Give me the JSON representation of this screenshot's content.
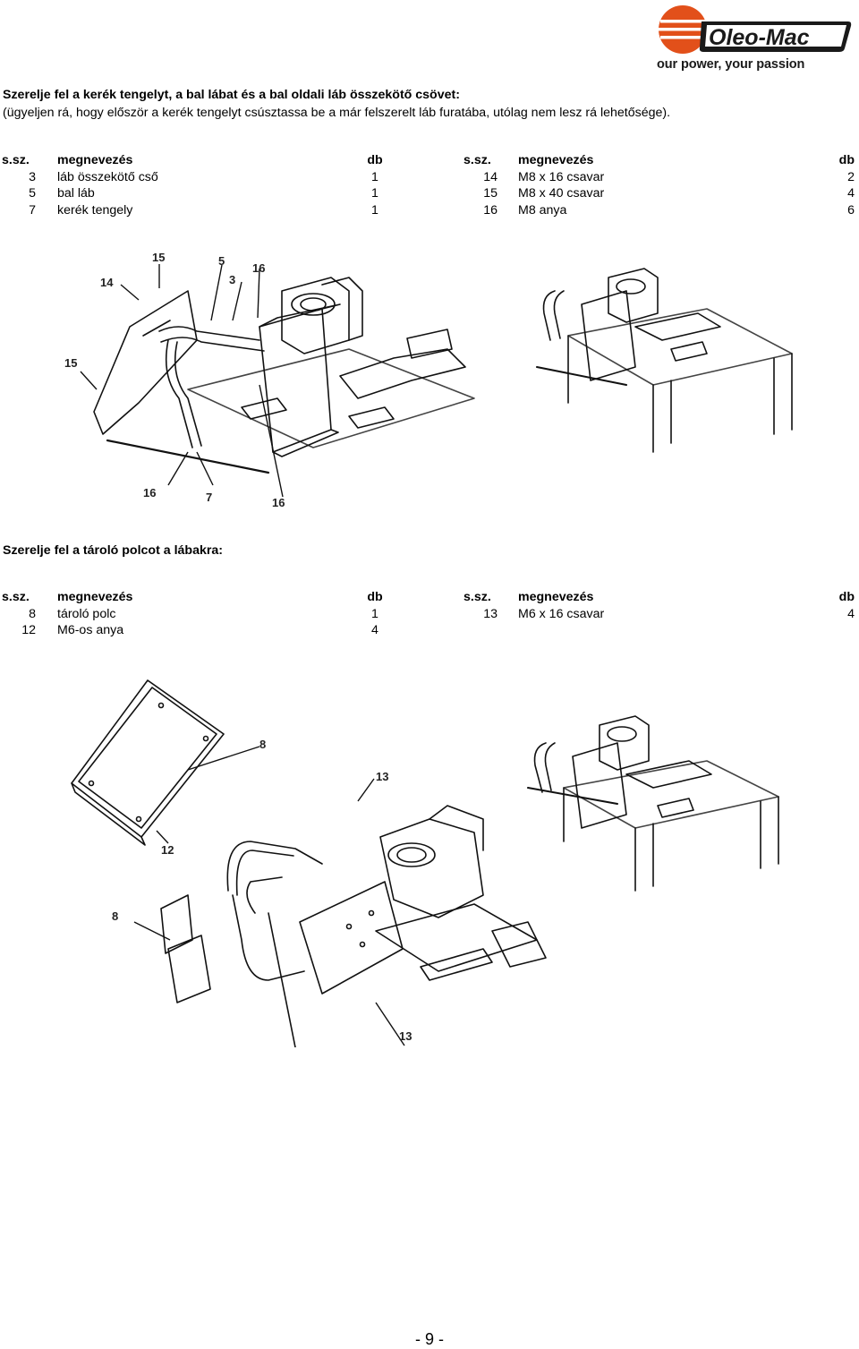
{
  "logo": {
    "wordmark": "Oleo-Mac",
    "tagline": "our power, your passion",
    "brand_color": "#e2501a"
  },
  "section1": {
    "title": "Szerelje fel a kerék tengelyt, a bal lábat és a bal oldali láb összekötő csövet:",
    "note": "(ügyeljen rá, hogy először a kerék tengelyt csúsztassa be a már felszerelt láb furatába, utólag nem lesz rá lehetősége).",
    "table": {
      "headers": {
        "num": "s.sz.",
        "name": "megnevezés",
        "qty": "db"
      },
      "left": [
        {
          "num": "3",
          "name": "láb összekötő cső",
          "qty": "1"
        },
        {
          "num": "5",
          "name": "bal láb",
          "qty": "1"
        },
        {
          "num": "7",
          "name": "kerék tengely",
          "qty": "1"
        }
      ],
      "right": [
        {
          "num": "14",
          "name": "M8 x 16 csavar",
          "qty": "2"
        },
        {
          "num": "15",
          "name": "M8 x 40 csavar",
          "qty": "4"
        },
        {
          "num": "16",
          "name": "M8 anya",
          "qty": "6"
        }
      ]
    },
    "callouts": [
      "15",
      "5",
      "16",
      "14",
      "3",
      "15",
      "16",
      "7",
      "16"
    ]
  },
  "section2": {
    "title": "Szerelje fel a tároló polcot a lábakra:",
    "table": {
      "headers": {
        "num": "s.sz.",
        "name": "megnevezés",
        "qty": "db"
      },
      "left": [
        {
          "num": "8",
          "name": "tároló polc",
          "qty": "1"
        },
        {
          "num": "12",
          "name": "M6-os anya",
          "qty": "4"
        }
      ],
      "right": [
        {
          "num": "13",
          "name": "M6 x 16 csavar",
          "qty": "4"
        }
      ]
    },
    "callouts": [
      "8",
      "12",
      "13",
      "8",
      "13"
    ]
  },
  "page_number": "- 9 -"
}
